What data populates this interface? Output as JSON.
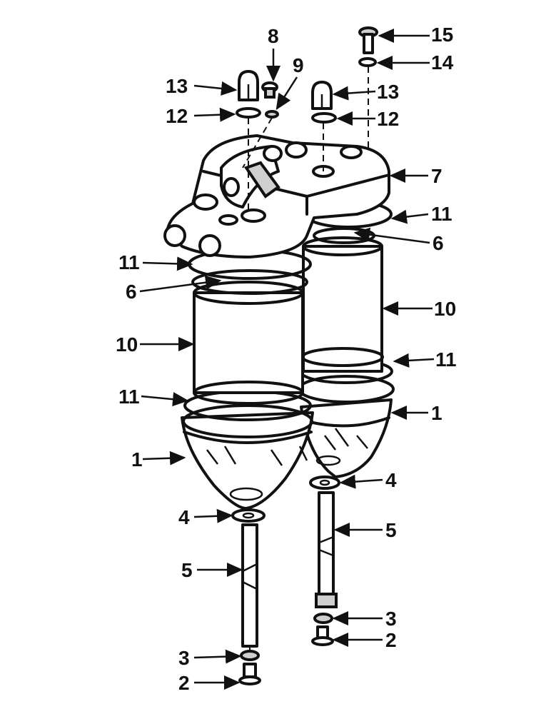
{
  "diagram": {
    "callouts": [
      {
        "id": "c15",
        "text": "15"
      },
      {
        "id": "c8",
        "text": "8"
      },
      {
        "id": "c14",
        "text": "14"
      },
      {
        "id": "c9",
        "text": "9"
      },
      {
        "id": "c13a",
        "text": "13"
      },
      {
        "id": "c13b",
        "text": "13"
      },
      {
        "id": "c12a",
        "text": "12"
      },
      {
        "id": "c12b",
        "text": "12"
      },
      {
        "id": "c7",
        "text": "7"
      },
      {
        "id": "c11a",
        "text": "11"
      },
      {
        "id": "c6a",
        "text": "6"
      },
      {
        "id": "c11b",
        "text": "11"
      },
      {
        "id": "c6b",
        "text": "6"
      },
      {
        "id": "c10a",
        "text": "10"
      },
      {
        "id": "c10b",
        "text": "10"
      },
      {
        "id": "c11c",
        "text": "11"
      },
      {
        "id": "c11d",
        "text": "11"
      },
      {
        "id": "c1a",
        "text": "1"
      },
      {
        "id": "c1b",
        "text": "1"
      },
      {
        "id": "c4a",
        "text": "4"
      },
      {
        "id": "c4b",
        "text": "4"
      },
      {
        "id": "c5a",
        "text": "5"
      },
      {
        "id": "c5b",
        "text": "5"
      },
      {
        "id": "c3a",
        "text": "3"
      },
      {
        "id": "c3b",
        "text": "3"
      },
      {
        "id": "c2a",
        "text": "2"
      },
      {
        "id": "c2b",
        "text": "2"
      }
    ]
  }
}
